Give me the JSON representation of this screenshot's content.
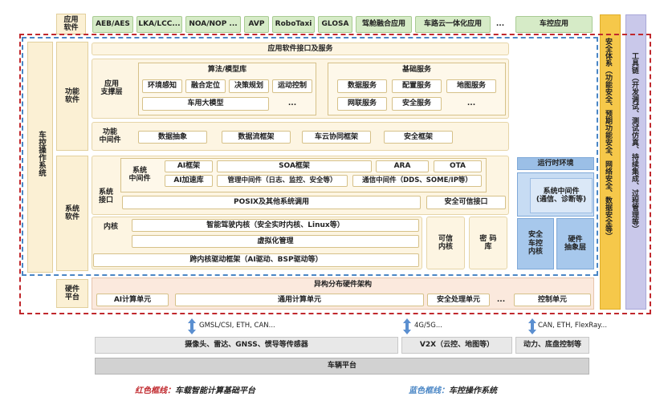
{
  "app_layer": {
    "label": "应用\n软件",
    "items": [
      "AEB/AES",
      "LKA/LCC...",
      "NOA/NOP ...",
      "AVP",
      "RoboTaxi",
      "GLOSA",
      "驾舱融合应用",
      "车路云一体化应用",
      "...",
      "车控应用"
    ]
  },
  "safety_system": "安全体系（功能安全、预期功能安全、网络安全、数据安全等）",
  "toolchain": "工具链（开发调试、测试仿真、持续集成、过程管理等）",
  "os_label": "车控操作系统",
  "functional_software": {
    "label": "功能\n软件",
    "app_interface": "应用软件接口及服务",
    "support_layer_label": "应用\n支撑层",
    "algo_lib": {
      "title": "算法/模型库",
      "items": [
        "环境感知",
        "融合定位",
        "决策规划",
        "运动控制"
      ],
      "large_model": "车用大模型",
      "more": "..."
    },
    "basic_services": {
      "title": "基础服务",
      "items": [
        "数据服务",
        "配置服务",
        "地图服务",
        "网联服务",
        "安全服务",
        "..."
      ]
    },
    "middleware_label": "功能\n中间件",
    "middleware_items": [
      "数据抽象",
      "数据流框架",
      "车云协同框架",
      "安全框架"
    ]
  },
  "system_software": {
    "label": "系统\n软件",
    "interface_label": "系统\n接口",
    "sys_middleware_label": "系统\n中间件",
    "ai_framework": "AI框架",
    "soa_framework": "SOA框架",
    "ara": "ARA",
    "ota": "OTA",
    "ai_accel": "AI加速库",
    "mgmt_middleware": "管理中间件（日志、监控、安全等）",
    "comm_middleware": "通信中间件（DDS、SOME/IP等）",
    "posix": "POSIX及其他系统调用",
    "trusted_interface": "安全可信接口",
    "kernel_label": "内核",
    "ad_kernel": "智能驾驶内核（安全实时内核、Linux等）",
    "virtualization": "虚拟化管理",
    "driver_framework": "跨内核驱动框架（AI驱动、BSP驱动等）",
    "trusted_kernel": "可信\n内核",
    "crypto_lib": "密 码\n库",
    "runtime_env": "运行时环境",
    "sys_middleware_blue": "系统中间件\n(通信、诊断等)",
    "safe_ctrl_kernel": "安全\n车控\n内核",
    "hw_abstraction": "硬件\n抽象层"
  },
  "hardware": {
    "label": "硬件\n平台",
    "arch": "异构分布硬件架构",
    "units": [
      "AI计算单元",
      "通用计算单元",
      "安全处理单元",
      "...",
      "控制单元"
    ]
  },
  "interfaces": [
    "GMSL/CSI, ETH, CAN...",
    "4G/5G...",
    "CAN, ETH, FlexRay..."
  ],
  "peripherals": {
    "sensors": "摄像头、雷达、GNSS、惯导等传感器",
    "v2x": "V2X（云控、地图等）",
    "chassis": "动力、底盘控制等"
  },
  "vehicle_platform": "车辆平台",
  "legend": {
    "red_label": "红色框线：",
    "red_text": "车载智能计算基础平台",
    "blue_label": "蓝色框线：",
    "blue_text": "车控操作系统"
  },
  "colors": {
    "red_frame": "#c0282d",
    "blue_frame": "#4a86c5",
    "safety_bar": "#f6c84a",
    "toolchain_bar": "#c9c8ea",
    "cream": "#fbf0d4",
    "green": "#d6ebc7",
    "blue_box": "#a7c8ec"
  }
}
